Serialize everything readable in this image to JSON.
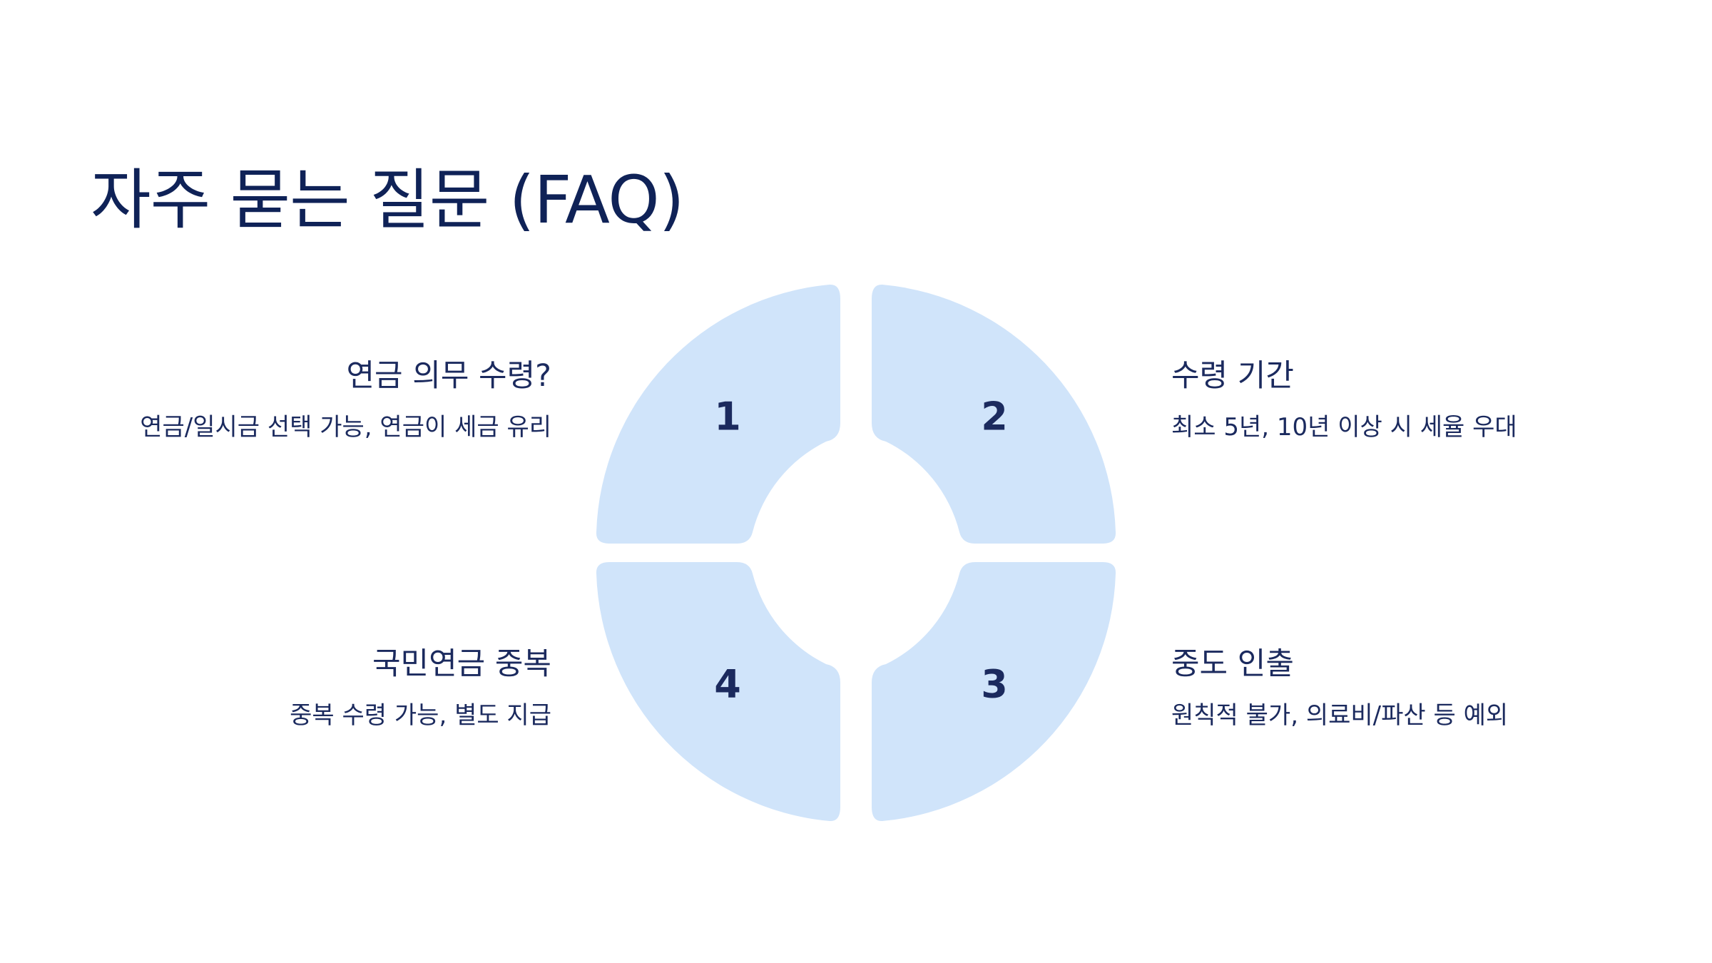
{
  "title": "자주 묻는 질문 (FAQ)",
  "colors": {
    "segment_fill": "#d0e4fa",
    "text": "#1b2a5e",
    "title": "#0f2257",
    "background": "#ffffff"
  },
  "diagram": {
    "type": "cycle",
    "segments": [
      {
        "number": "1",
        "title": "연금 의무 수령?",
        "description": "연금/일시금 선택 가능, 연금이 세금 유리"
      },
      {
        "number": "2",
        "title": "수령 기간",
        "description": "최소 5년, 10년 이상 시 세율 우대"
      },
      {
        "number": "3",
        "title": "중도 인출",
        "description": "원칙적 불가, 의료비/파산 등 예외"
      },
      {
        "number": "4",
        "title": "국민연금 중복",
        "description": "중복 수령 가능, 별도 지급"
      }
    ]
  }
}
